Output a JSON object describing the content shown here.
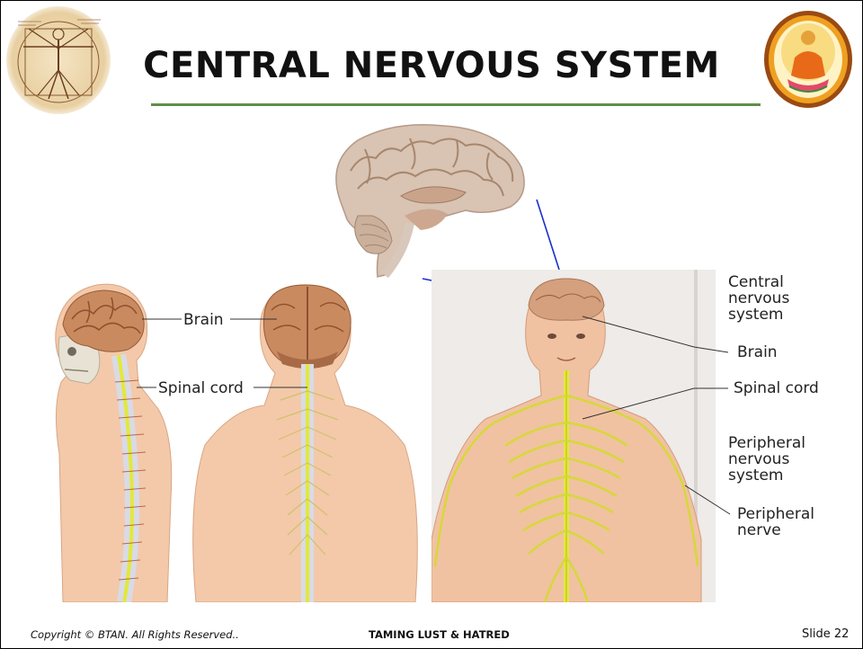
{
  "slide": {
    "title": "CENTRAL NERVOUS SYSTEM",
    "footer_copyright": "Copyright © BTAN. All Rights Reserved..",
    "footer_center": "TAMING LUST & HATRED",
    "footer_slide": "Slide 22"
  },
  "left_figure": {
    "label_brain": "Brain",
    "label_spinal": "Spinal cord"
  },
  "right_figure": {
    "label_cns": "Central\nnervous\nsystem",
    "label_brain": "Brain",
    "label_spinal": "Spinal cord",
    "label_pns": "Peripheral\nnervous\nsystem",
    "label_nerve": "Peripheral\nnerve"
  },
  "colors": {
    "title_rule": "#5e8f4a",
    "connector": "#1a2fc8",
    "spinal": "#e3e83a",
    "skin": "#f3c9aa",
    "brain": "#c98a60"
  },
  "icons": [
    "vitruvian-man-logo",
    "buddha-emblem"
  ]
}
